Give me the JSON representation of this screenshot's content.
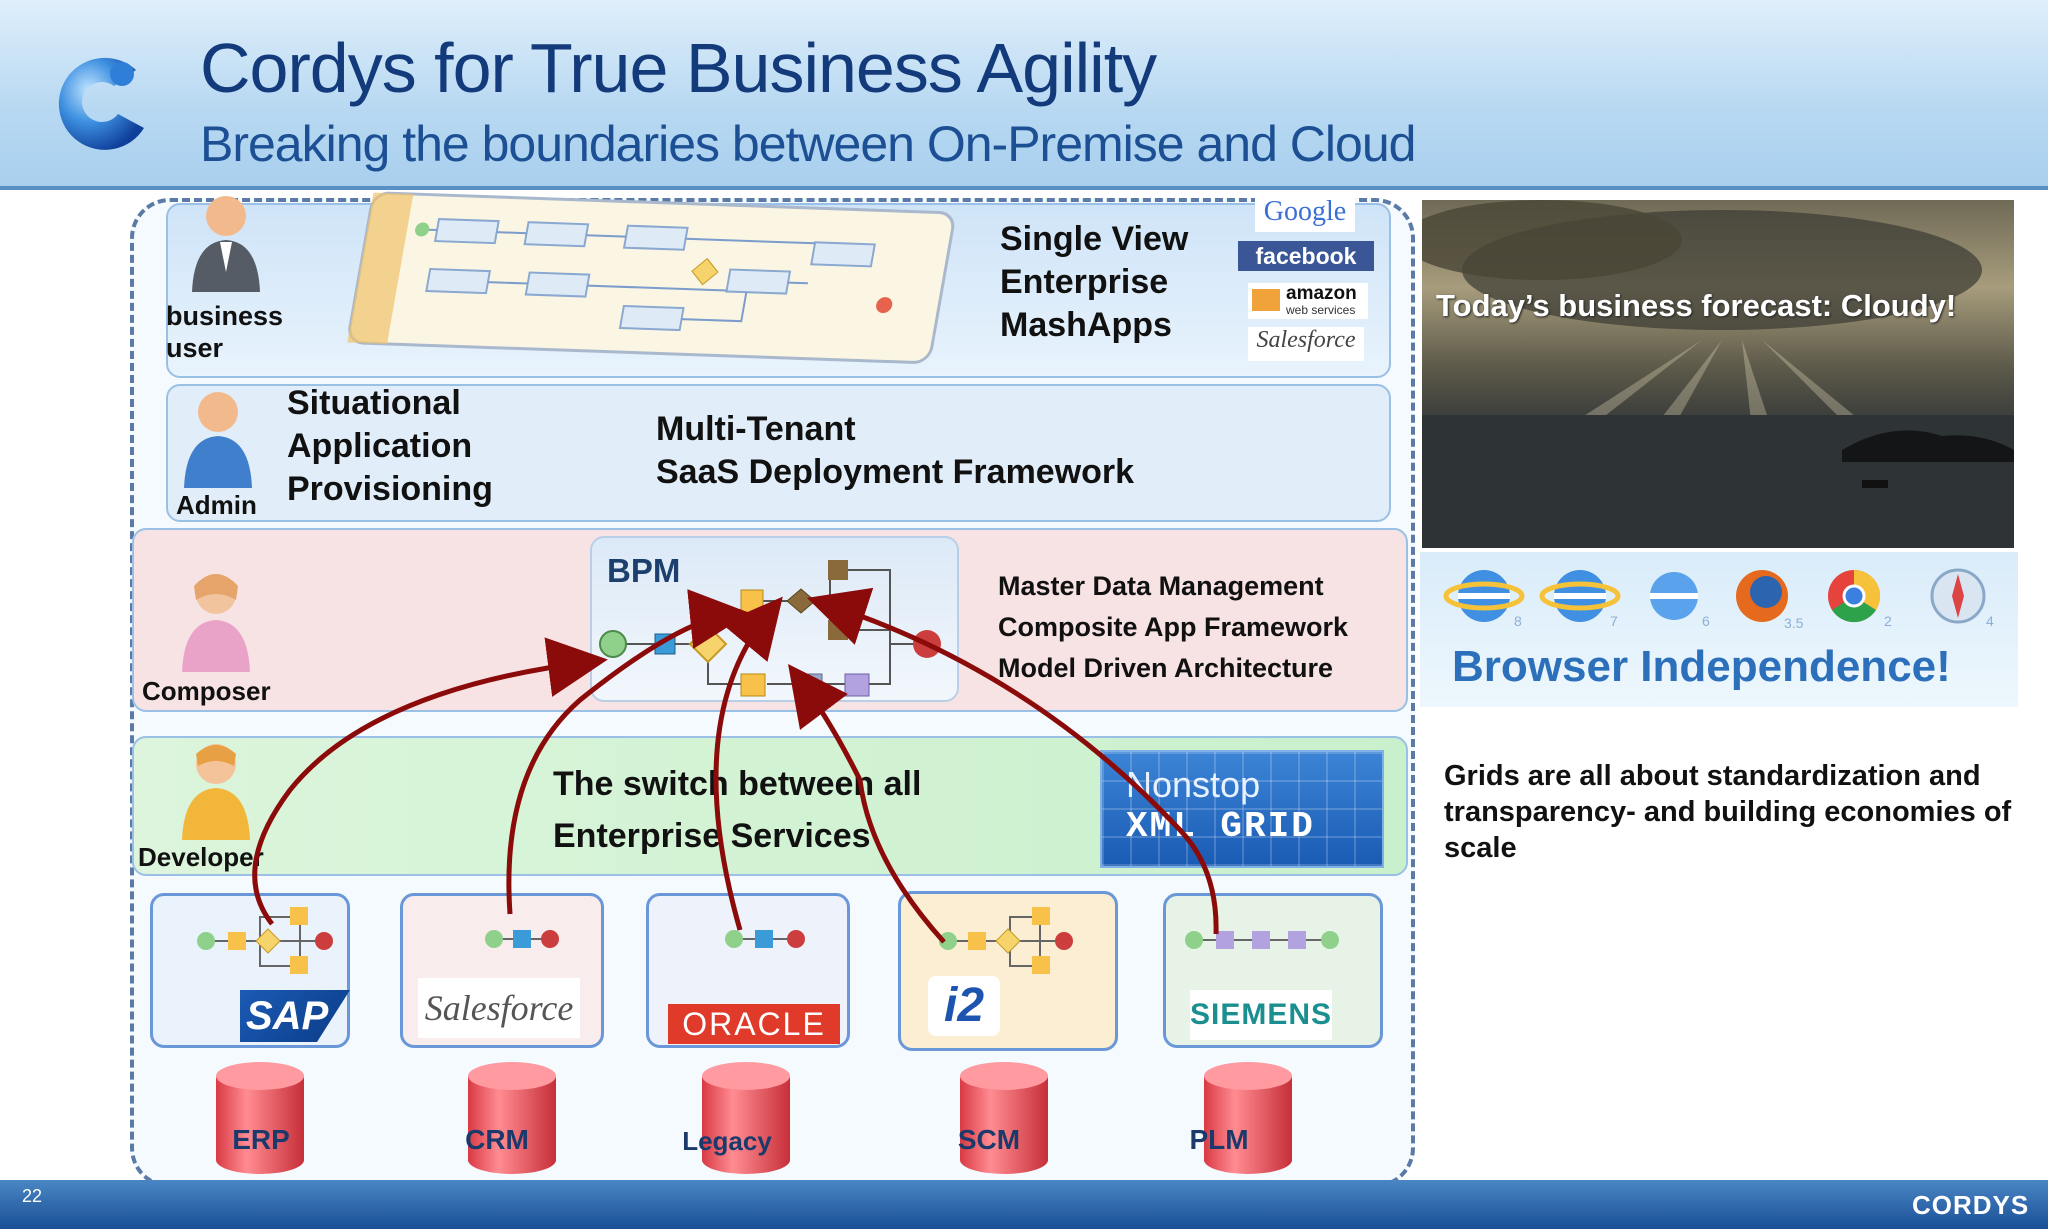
{
  "slide": {
    "title": "Cordys for True Business Agility",
    "subtitle": "Breaking the boundaries between On-Premise and Cloud",
    "number": "22",
    "footer_logo": "CORDYS"
  },
  "layers": {
    "top": {
      "role": "business\nuser",
      "heading": "Single View\nEnterprise\nMashApps",
      "services": [
        "Google",
        "facebook",
        "amazon",
        "web services",
        "Salesforce"
      ]
    },
    "admin": {
      "role": "Admin",
      "heading_left": "Situational\nApplication\nProvisioning",
      "heading_right": "Multi-Tenant\nSaaS Deployment Framework"
    },
    "composer": {
      "role": "Composer",
      "bpm_label": "BPM",
      "features": [
        "Master Data Management",
        "Composite App Framework",
        "Model Driven Architecture"
      ]
    },
    "developer": {
      "role": "Developer",
      "heading": "The switch between all\nEnterprise Services",
      "grid_line1": "Nonstop",
      "grid_line2": "XML GRID"
    }
  },
  "apps": [
    {
      "brand": "SAP",
      "db": "ERP"
    },
    {
      "brand": "Salesforce",
      "db": "CRM"
    },
    {
      "brand": "ORACLE",
      "db": "Legacy"
    },
    {
      "brand": "i2",
      "db": "SCM"
    },
    {
      "brand": "SIEMENS",
      "db": "PLM"
    }
  ],
  "side": {
    "forecast": "Today’s business forecast: Cloudy!",
    "browser_title": "Browser Independence!",
    "browser_versions": [
      "8",
      "7",
      "6",
      "3.5",
      "2",
      "4"
    ],
    "grid_note": "Grids are all about standardization and transparency- and building economies of scale"
  },
  "colors": {
    "title": "#133a7a",
    "arrow": "#8b0a0a",
    "db": "#ee4d55",
    "grid": "#2b6ec6"
  }
}
